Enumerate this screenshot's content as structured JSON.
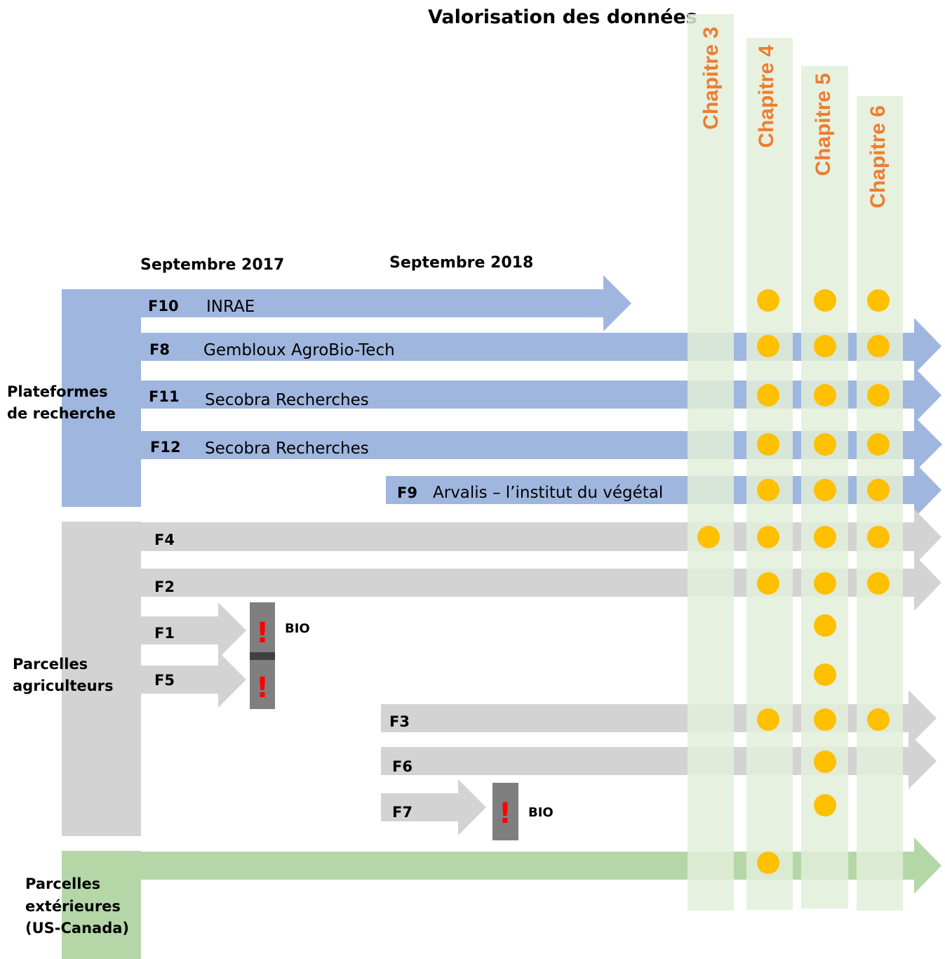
{
  "title": "Valorisation des données",
  "dates": [
    "Septembre 2017",
    "Septembre 2018"
  ],
  "colors": {
    "platform": "#9fb6df",
    "farmer": "#d3d3d3",
    "external": "#b5d7a8",
    "chapter_band": "#e2efd9",
    "chapter_text": "#ed7d31",
    "dot": "#ffc000",
    "stop": "#7f7f7f",
    "warning": "#ff0000"
  },
  "chapters": [
    "Chapitre 3",
    "Chapitre 4",
    "Chapitre 5",
    "Chapitre 6"
  ],
  "groups": [
    {
      "id": "platforms",
      "lines": [
        "Plateformes",
        "de recherche"
      ]
    },
    {
      "id": "farmers",
      "lines": [
        "Parcelles",
        "agriculteurs"
      ]
    },
    {
      "id": "external",
      "lines": [
        "Parcelles",
        "extérieures",
        "(US-Canada)"
      ]
    }
  ],
  "stop_marker": {
    "symbol": "!",
    "icon": "warning-exclamation-icon"
  },
  "bio_label": "BIO",
  "trials": [
    {
      "id": "F10",
      "name": "INRAE",
      "group": "platforms",
      "chapters": [
        "Chapitre 4",
        "Chapitre 5",
        "Chapitre 6"
      ]
    },
    {
      "id": "F8",
      "name": "Gembloux AgroBio-Tech",
      "group": "platforms",
      "chapters": [
        "Chapitre 4",
        "Chapitre 5",
        "Chapitre 6"
      ]
    },
    {
      "id": "F11",
      "name": "Secobra Recherches",
      "group": "platforms",
      "chapters": [
        "Chapitre 4",
        "Chapitre 5",
        "Chapitre 6"
      ]
    },
    {
      "id": "F12",
      "name": "Secobra Recherches",
      "group": "platforms",
      "chapters": [
        "Chapitre 4",
        "Chapitre 5",
        "Chapitre 6"
      ]
    },
    {
      "id": "F9",
      "name": "Arvalis – l’institut du végétal",
      "group": "platforms",
      "chapters": [
        "Chapitre 4",
        "Chapitre 5",
        "Chapitre 6"
      ]
    },
    {
      "id": "F4",
      "name": "",
      "group": "farmers",
      "chapters": [
        "Chapitre 3",
        "Chapitre 4",
        "Chapitre 5",
        "Chapitre 6"
      ]
    },
    {
      "id": "F2",
      "name": "",
      "group": "farmers",
      "chapters": [
        "Chapitre 4",
        "Chapitre 5",
        "Chapitre 6"
      ]
    },
    {
      "id": "F1",
      "name": "",
      "group": "farmers",
      "chapters": [
        "Chapitre 5"
      ],
      "stopped": true,
      "bio": true
    },
    {
      "id": "F5",
      "name": "",
      "group": "farmers",
      "chapters": [
        "Chapitre 5"
      ],
      "stopped": true
    },
    {
      "id": "F3",
      "name": "",
      "group": "farmers",
      "chapters": [
        "Chapitre 4",
        "Chapitre 5",
        "Chapitre 6"
      ]
    },
    {
      "id": "F6",
      "name": "",
      "group": "farmers",
      "chapters": [
        "Chapitre 5"
      ]
    },
    {
      "id": "F7",
      "name": "",
      "group": "farmers",
      "chapters": [
        "Chapitre 5"
      ],
      "stopped": true,
      "bio": true
    },
    {
      "id": "",
      "name": "",
      "group": "external",
      "chapters": [
        "Chapitre 4"
      ]
    }
  ]
}
